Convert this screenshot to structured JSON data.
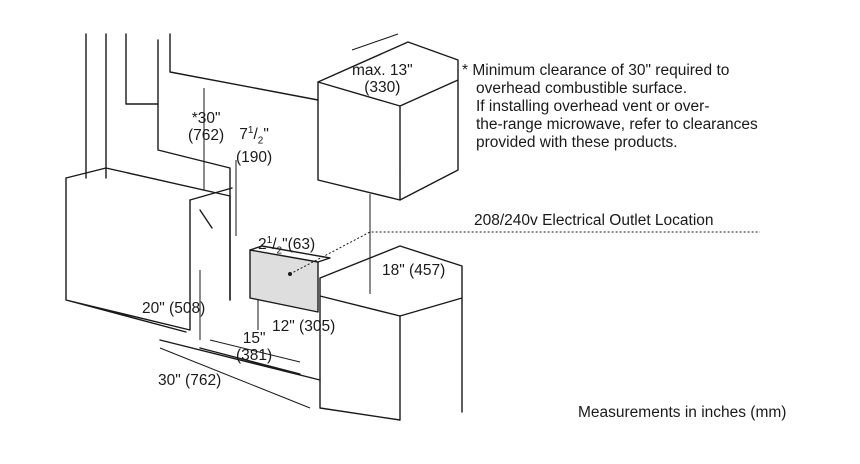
{
  "notes": [
    "* Minimum clearance of 30\" required to",
    "overhead combustible surface.",
    "If installing overhead vent or over-",
    "the-range microwave, refer to clearances",
    "provided with these products."
  ],
  "outlet_label": "208/240v Electrical Outlet Location",
  "footer": "Measurements in inches (mm)",
  "dims": {
    "max13": "max. 13\"",
    "max13_mm": "(330)",
    "clear30": "*30\"",
    "clear30_mm": "(762)",
    "d7_whole": "7",
    "d7_num": "1",
    "d7_den": "2",
    "d7_mm": "(190)",
    "d2_whole": "2",
    "d2_num": "1",
    "d2_den": "2",
    "d2_mm": "(63)",
    "d18": "18\" (457)",
    "d20": "20\" (508)",
    "d12": "12\" (305)",
    "d15": "15\"",
    "d15_mm": "(381)",
    "d30": "30\" (762)"
  }
}
